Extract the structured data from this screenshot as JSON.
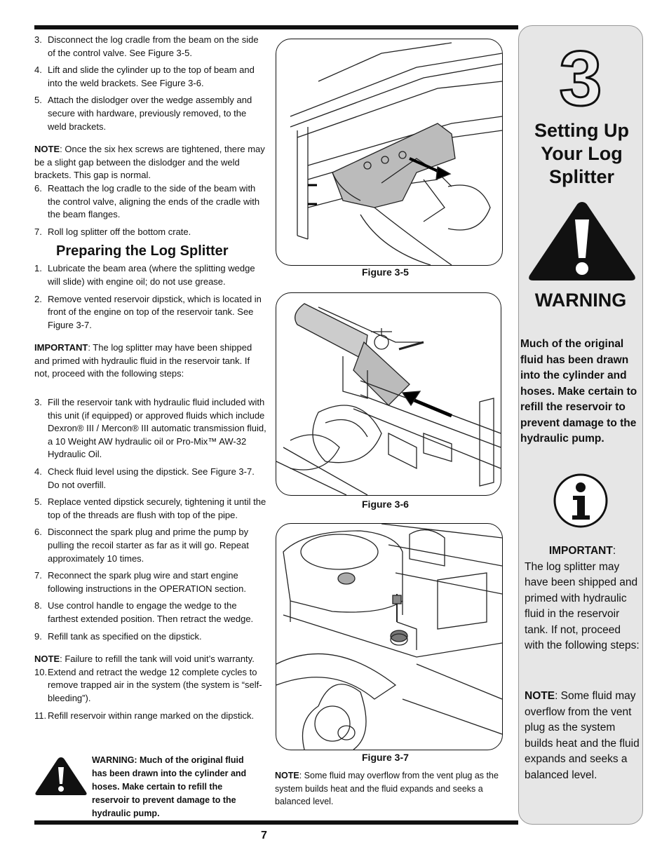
{
  "steps_a": [
    {
      "n": "3.",
      "text": "Disconnect the log cradle from the beam on the side of the control valve. See Figure 3-5."
    },
    {
      "n": "4.",
      "text": "Lift and slide the cylinder up to the top of beam and into the weld brackets. See Figure 3-6."
    },
    {
      "n": "5.",
      "text": "Attach the dislodger over the wedge assembly and secure with hardware, previously removed, to the weld brackets."
    }
  ],
  "note1": {
    "label": "NOTE",
    "text": ": Once the six hex screws are tightened, there may be a slight gap between the dislodger and the weld brackets. This gap is normal."
  },
  "steps_b": [
    {
      "n": "6.",
      "text": "Reattach the log cradle to the side of the beam with the control valve, aligning the ends of the cradle with the beam flanges."
    },
    {
      "n": "7.",
      "text": "Roll log splitter off the bottom crate."
    }
  ],
  "section_title": "Preparing the Log Splitter",
  "steps_c": [
    {
      "n": "1.",
      "text": "Lubricate the beam area (where the splitting wedge will slide) with engine oil; do not use grease."
    },
    {
      "n": "2.",
      "text": "Remove vented reservoir dipstick, which is located in front of the engine on top of the reservoir tank. See Figure 3-7."
    }
  ],
  "important1": {
    "label": "IMPORTANT",
    "text": ": The log splitter may have been shipped and primed with hydraulic fluid in the reservoir tank. If not, proceed with the following steps:"
  },
  "steps_d": [
    {
      "n": "3.",
      "text": "Fill the reservoir tank with hydraulic fluid included with this unit (if equipped) or approved fluids which include Dexron® III / Mercon® III automatic transmission fluid, a 10 Weight AW hydraulic oil or Pro-Mix™ AW-32 Hydraulic Oil."
    },
    {
      "n": "4.",
      "text": "Check fluid level using the dipstick. See Figure 3-7. Do not overfill."
    },
    {
      "n": "5.",
      "text": "Replace vented dipstick securely, tightening it until the top of the threads are flush with top of the pipe."
    },
    {
      "n": "6.",
      "text": "Disconnect the spark plug and prime the pump by pulling the recoil starter as far as it will go. Repeat approximately 10 times."
    },
    {
      "n": "7.",
      "text": "Reconnect the spark plug wire and start engine following instructions in the OPERATION section."
    },
    {
      "n": "8.",
      "text": "Use control handle to engage the wedge to the farthest extended position. Then retract the wedge."
    },
    {
      "n": "9.",
      "text": "Refill tank as specified on the dipstick."
    }
  ],
  "note2": {
    "label": "NOTE",
    "text": ": Failure to refill the tank will void unit’s warranty."
  },
  "steps_e": [
    {
      "n": "10.",
      "text": "Extend and retract the wedge 12 complete cycles to remove trapped air in the system (the system is “self-bleeding”)."
    },
    {
      "n": "11.",
      "text": "Refill reservoir within range marked on the dipstick."
    }
  ],
  "bottom_warning": "WARNING: Much of the original fluid has been drawn into the cylinder and hoses. Make certain to refill the reservoir to prevent damage to the hydraulic pump.",
  "figures": [
    {
      "caption": "Figure 3-5"
    },
    {
      "caption": "Figure 3-6"
    },
    {
      "caption": "Figure 3-7"
    }
  ],
  "figure_note": {
    "label": "NOTE",
    "text": ": Some fluid may overflow from the vent plug as the system builds heat and the fluid expands and seeks a balanced level."
  },
  "sidebar": {
    "chapter_number": "3",
    "title": "Setting Up Your Log Splitter",
    "warning_label": "WARNING",
    "warning_text": "Much of the original fluid has been drawn into the cylinder and hoses. Make certain to refill the reservoir to prevent damage to the hydraulic pump.",
    "important_label": "IMPORTANT",
    "important_colon": ":",
    "important_text": "The log splitter may have been shipped and primed with hydraulic fluid in the reservoir tank. If not, proceed with the following steps:",
    "note_label": "NOTE",
    "note_text": ": Some fluid may overflow from the vent plug as the system builds heat and the fluid expands and seeks a balanced level."
  },
  "page_number": "7",
  "colors": {
    "ink": "#111111",
    "sidebar_bg": "#e6e6e6"
  }
}
